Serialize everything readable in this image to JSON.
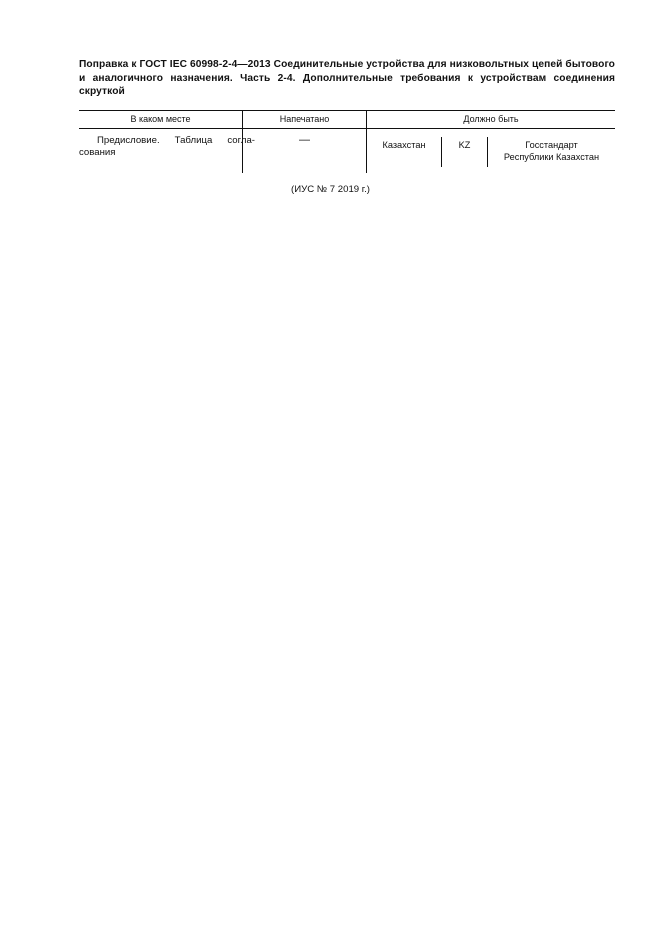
{
  "document": {
    "title": "Поправка к ГОСТ IEC 60998-2-4—2013 Соединительные устройства для низковольтных цепей бытового и аналогичного назначения. Часть 2-4. Дополнительные требования к устройствам соединения скруткой",
    "table": {
      "headers": {
        "place": "В каком месте",
        "printed": "Напечатано",
        "should_be": "Должно быть"
      },
      "rows": [
        {
          "place": "Предисловие. Таблица согла-сования",
          "printed": "—",
          "country": "Казахстан",
          "code": "KZ",
          "authority_line1": "Госстандарт",
          "authority_line2": "Республики Казахстан"
        }
      ]
    },
    "footnote": "(ИУС № 7  2019 г.)"
  }
}
